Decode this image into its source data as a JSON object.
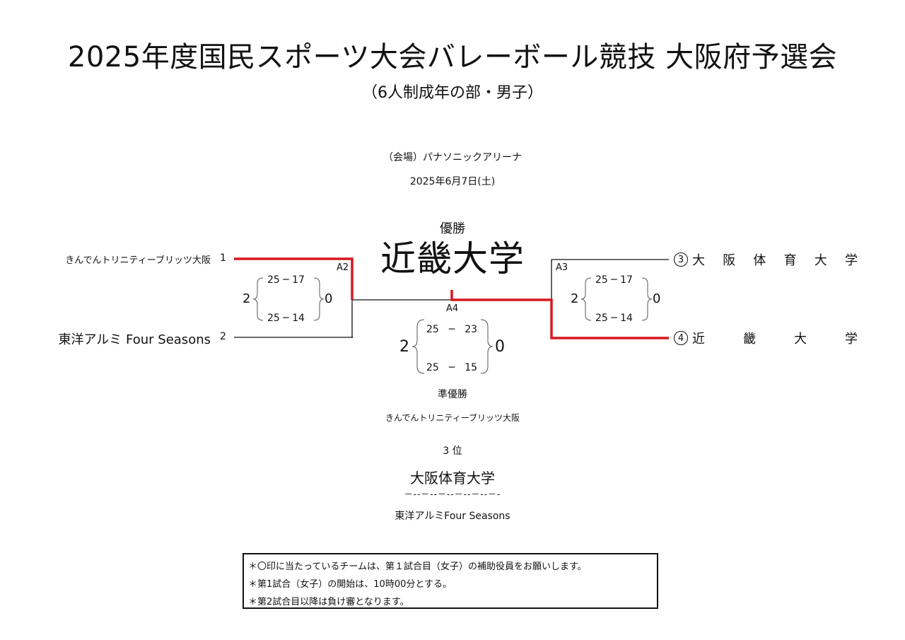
{
  "header": {
    "title": "2025年度国民スポーツ大会バレーボール競技 大阪府予選会",
    "subtitle": "（6人制成年の部・男子）",
    "venue": "（会場）パナソニックアリーナ",
    "date": "2025年6月7日(土)"
  },
  "result": {
    "champion_label": "優勝",
    "champion": "近畿大学",
    "runner_up_label": "準優勝",
    "runner_up": "きんでんトリニティーブリッツ大阪",
    "third_label": "3 位",
    "third_1": "大阪体育大学",
    "third_separator": "－‐‐－‐‐－‐‐－‐‐－‐‐－‐",
    "third_2": "東洋アルミFour Seasons"
  },
  "bracket": {
    "left": {
      "team1": {
        "name": "きんでんトリニティーブリッツ大阪",
        "seed": "1"
      },
      "team2": {
        "name": "東洋アルミ Four Seasons",
        "seed": "2"
      },
      "match": {
        "id": "A2",
        "sets_left": "2",
        "sets_right": "0",
        "set1": "25 ─ 17",
        "set2": "25 ─ 14"
      }
    },
    "right": {
      "team3": {
        "mark": "3",
        "chars": [
          "大",
          "阪",
          "体",
          "育",
          "大",
          "学"
        ]
      },
      "team4": {
        "mark": "4",
        "chars": [
          "近",
          "畿",
          "大",
          "学"
        ]
      },
      "match": {
        "id": "A3",
        "sets_left": "2",
        "sets_right": "0",
        "set1": "25 ─ 17",
        "set2": "25 ─ 14"
      }
    },
    "final": {
      "id": "A4",
      "sets_left": "2",
      "sets_right": "0",
      "set1": "25　─　23",
      "set2": "25　─　15"
    }
  },
  "notes": [
    "＊〇印に当たっているチームは、第１試合目（女子）の補助役員をお願いします。",
    "＊第1試合（女子）の開始は、10時00分とする。",
    "＊第2試合目以降は負け審となります。"
  ],
  "colors": {
    "winner_line": "#d6181e",
    "line": "#111111"
  }
}
